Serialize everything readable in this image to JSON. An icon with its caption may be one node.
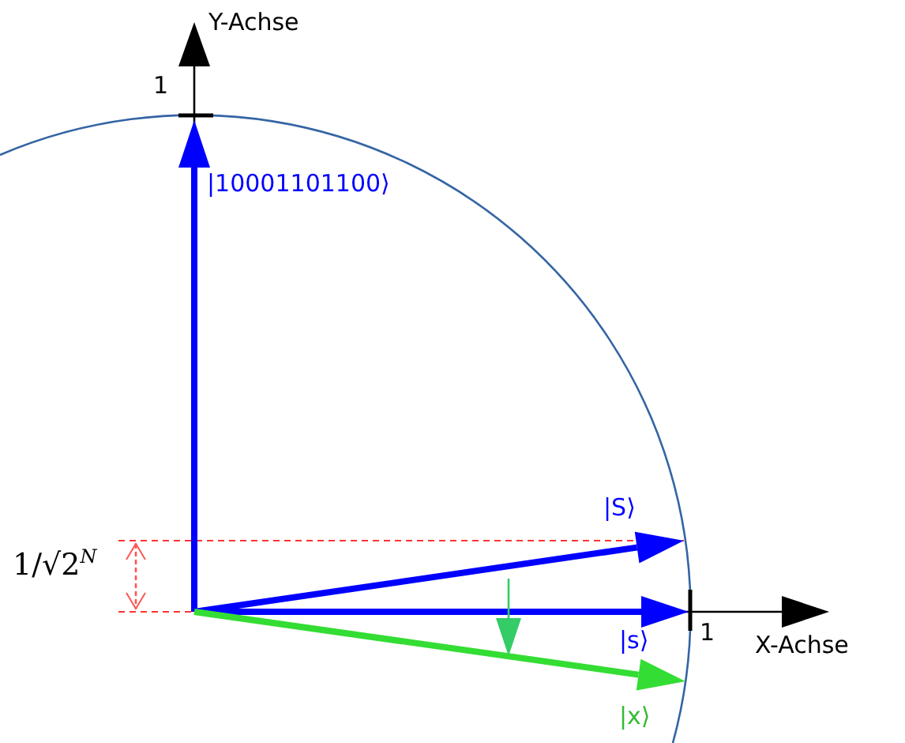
{
  "diagram": {
    "labels": [
      "Y-Achse",
      "1",
      "|10001101100⟩",
      "|S⟩",
      "1/√2$^{N}$",
      "|s⟩",
      "1",
      "X-Achse",
      "|x⟩"
    ]
  }
}
